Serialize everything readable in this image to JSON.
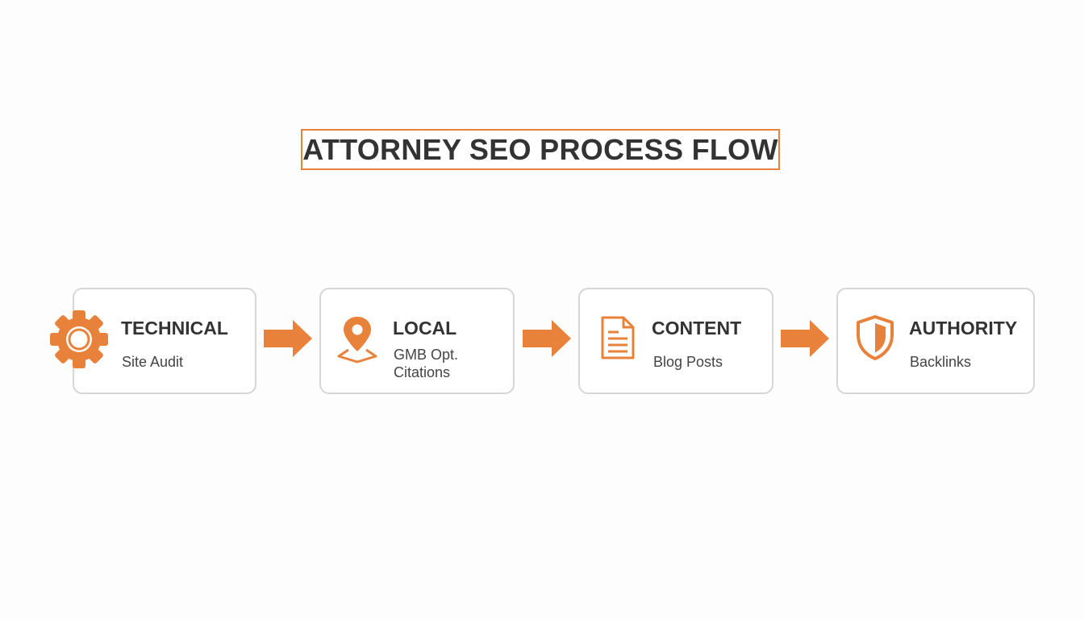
{
  "title": "ATTORNEY SEO PROCESS FLOW",
  "colors": {
    "accent": "#e8823a",
    "border": "#d6d6d6",
    "text": "#333333",
    "background": "#fdfdfd"
  },
  "steps": [
    {
      "title": "TECHNICAL",
      "lines": [
        "Site Audit"
      ],
      "icon": "gear-icon"
    },
    {
      "title": "LOCAL",
      "lines": [
        "GMB Opt.",
        "Citations"
      ],
      "icon": "map-pin-icon"
    },
    {
      "title": "CONTENT",
      "lines": [
        "Blog Posts"
      ],
      "icon": "document-icon"
    },
    {
      "title": "AUTHORITY",
      "lines": [
        "Backlinks"
      ],
      "icon": "shield-icon"
    }
  ]
}
